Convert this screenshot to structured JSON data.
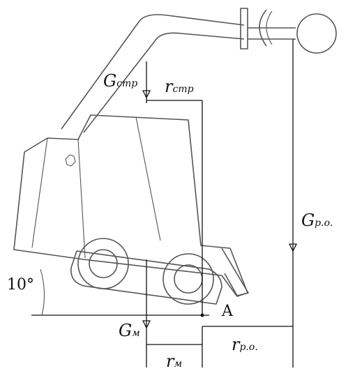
{
  "labels": {
    "g_str": {
      "main": "G",
      "sub": "стр"
    },
    "r_str": {
      "main": "r",
      "sub": "стр"
    },
    "g_ro": {
      "main": "G",
      "sub": "р.о."
    },
    "g_m": {
      "main": "G",
      "sub": "м"
    },
    "r_m": {
      "main": "r",
      "sub": "м"
    },
    "r_ro": {
      "main": "r",
      "sub": "р.о."
    },
    "point_a": "A",
    "angle": "10°"
  }
}
